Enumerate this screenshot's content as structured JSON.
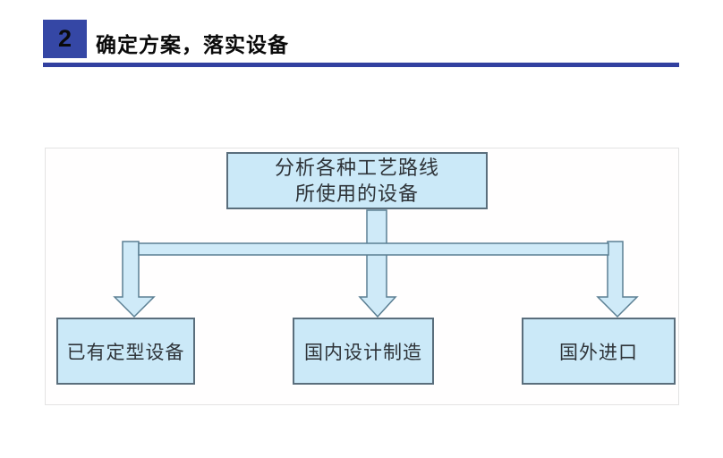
{
  "header": {
    "section_number": "2",
    "title": "确定方案，落实设备"
  },
  "diagram": {
    "root_node": {
      "line1": "分析各种工艺路线",
      "line2": "所使用的设备"
    },
    "child_nodes": [
      {
        "label": "已有定型设备"
      },
      {
        "label": "国内设计制造"
      },
      {
        "label": "国外进口"
      }
    ],
    "colors": {
      "header_accent": "#3547a5",
      "divider_blue": "#3240a0",
      "node_fill": "#cbe9f8",
      "node_border": "#5a6e7c",
      "connector_fill": "#cfeaf8",
      "connector_border": "#5b7f93"
    }
  }
}
